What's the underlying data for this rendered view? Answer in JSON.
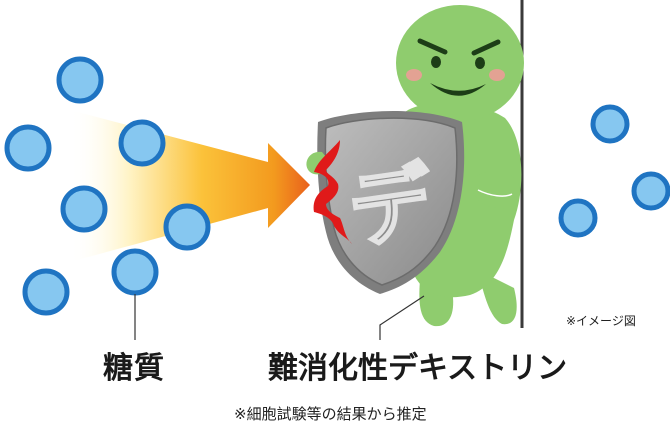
{
  "labels": {
    "sugar": "糖質",
    "dextrin": "難消化性デキストリン",
    "image_note": "※イメージ図",
    "footnote": "※細胞試験等の結果から推定"
  },
  "shield": {
    "glyph": "デ"
  },
  "colors": {
    "particle_fill": "#86c7f0",
    "particle_stroke": "#1f74c2",
    "character_green": "#8fcc6e",
    "character_shadow": "#76b95a",
    "shield_gray": "#9d9d9d",
    "arrow_orange": "#f08a1c",
    "impact_red": "#e01a1a",
    "wall_line": "#3a3a3a"
  }
}
